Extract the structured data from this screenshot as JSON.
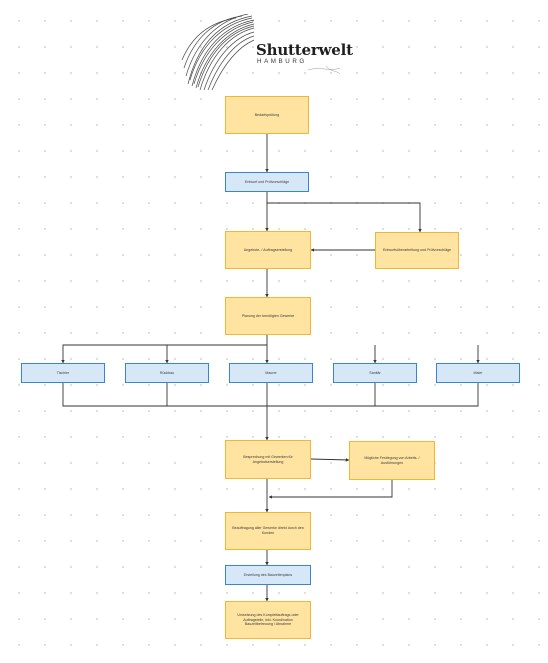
{
  "logo": {
    "name": "Shutterwelt",
    "city": "HAMBURG"
  },
  "colors": {
    "yellow_fill": "#ffe3a0",
    "yellow_border": "#f2b632",
    "blue_fill": "#d6e8f7",
    "blue_border": "#3a86cc",
    "edge": "#333333"
  },
  "nodes": {
    "n1": {
      "label": "Bedarfsprüfung",
      "style": "yellow"
    },
    "n2": {
      "label": "Entwurf und Prüfvorschläge",
      "style": "blue"
    },
    "n3": {
      "label": "Entwurfsüberarbeitung und Prüfvorschläge",
      "style": "yellow"
    },
    "n4": {
      "label": "Angebote- / Auftragserstellung",
      "style": "yellow"
    },
    "n5": {
      "label": "Planung der benötigten Gewerke",
      "style": "yellow"
    },
    "t1": {
      "label": "Tischler",
      "style": "blue"
    },
    "t2": {
      "label": "Rückbau",
      "style": "blue"
    },
    "t3": {
      "label": "Maurer",
      "style": "blue"
    },
    "t4": {
      "label": "Sanitär",
      "style": "blue"
    },
    "t5": {
      "label": "Maler",
      "style": "blue"
    },
    "n6": {
      "label": "Besprechung mit Gewerken für Angebotserstellung",
      "style": "yellow"
    },
    "n7": {
      "label": "Mögliche Festlegung von Arbeits- / Ausführungen",
      "style": "yellow"
    },
    "n8": {
      "label": "Beauftragung aller Gewerke direkt durch den Kunden",
      "style": "yellow"
    },
    "n9": {
      "label": "Erstellung des Bauzeitenplans",
      "style": "blue"
    },
    "n10": {
      "label": "Umsetzung des Komplettauftrags oder Auftragsteile, inkl. Koordination Bauzeitbetreuung / Abnahme",
      "style": "yellow"
    }
  }
}
